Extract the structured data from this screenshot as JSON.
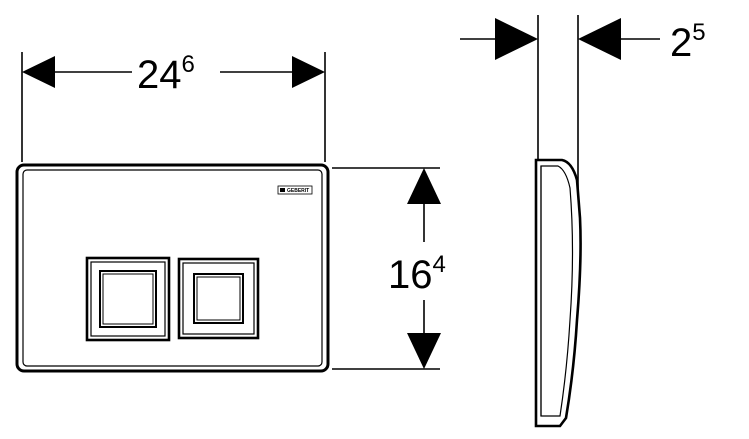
{
  "dimensions": {
    "width": {
      "main": "24",
      "sup": "6"
    },
    "height": {
      "main": "16",
      "sup": "4"
    },
    "depth": {
      "main": "2",
      "sup": "5"
    }
  },
  "plate": {
    "logo_text": "GEBERIT",
    "buttons": [
      "dual-flush-button-large",
      "dual-flush-button-small"
    ]
  },
  "colors": {
    "line": "#000000",
    "background": "#ffffff"
  }
}
